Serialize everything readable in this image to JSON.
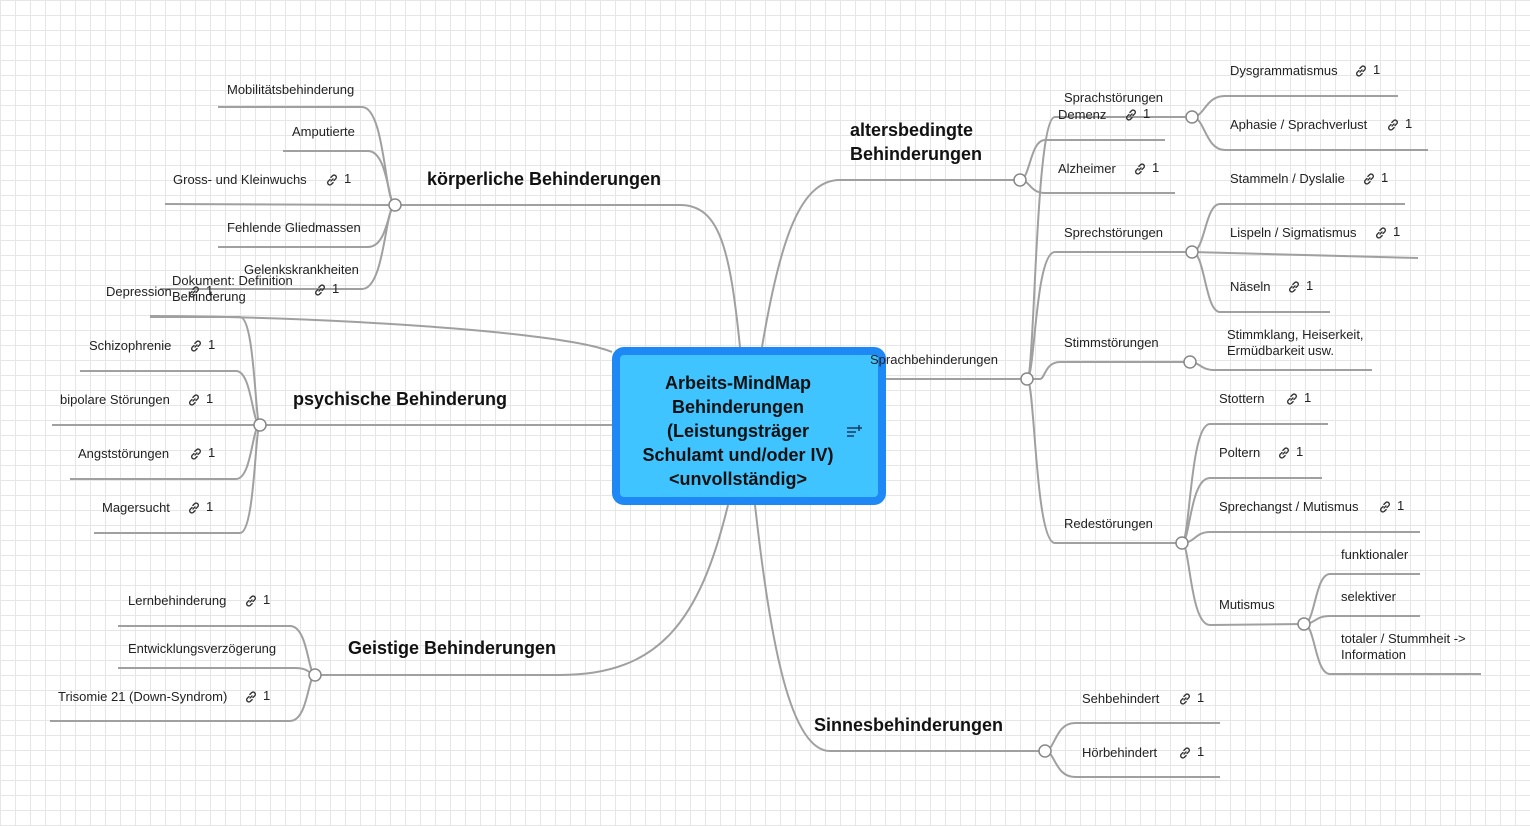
{
  "central": {
    "title": "Arbeits-MindMap\nBehinderungen\n(Leistungsträger\nSchulamt und/oder IV)\n<unvollständig>",
    "note_icon": "notes-icon"
  },
  "branches": {
    "koerperliche": "körperliche Behinderungen",
    "psychische": "psychische Behinderung",
    "geistige": "Geistige Behinderungen",
    "altersbedingte": "altersbedingte Behinderungen",
    "sprach": "Sprachbehinderungen",
    "sinnes": "Sinnesbehinderungen"
  },
  "nodes": {
    "mobilitaet": "Mobilitätsbehinderung",
    "amputierte": "Amputierte",
    "gross_klein": "Gross- und Kleinwuchs",
    "fehlende": "Fehlende Gliedmassen",
    "gelenk": "Gelenkskrankheiten",
    "dokument": "Dokument: Definition Behinderung",
    "depression": "Depression",
    "schizo": "Schizophrenie",
    "bipolar": "bipolare Störungen",
    "angst": "Angststörungen",
    "mager": "Magersucht",
    "lern": "Lernbehinderung",
    "entwicklung": "Entwicklungsverzögerung",
    "trisomie": "Trisomie 21 (Down-Syndrom)",
    "demenz": "Demenz",
    "alzheimer": "Alzheimer",
    "sprachstoer": "Sprachstörungen",
    "dysgramm": "Dysgrammatismus",
    "aphasie": "Aphasie / Sprachverlust",
    "sprechstoer": "Sprechstörungen",
    "stammeln": "Stammeln / Dyslalie",
    "lispeln": "Lispeln / Sigmatismus",
    "naeseln": "Näseln",
    "stimmstoer": "Stimmstörungen",
    "stimmklang": "Stimmklang, Heiserkeit, Ermüdbarkeit usw.",
    "redestoer": "Redestörungen",
    "stottern": "Stottern",
    "poltern": "Poltern",
    "sprechangst": "Sprechangst / Mutismus",
    "mutismus": "Mutismus",
    "funktionaler": "funktionaler",
    "selektiver": "selektiver",
    "totaler": "totaler / Stummheit -> Information",
    "sehbehindert": "Sehbehindert",
    "hoerbehindert": "Hörbehindert"
  },
  "link_count": "1",
  "icons": {
    "link": "link-icon",
    "collapse_node": "collapse-circle"
  },
  "colors": {
    "line": "#a0a0a0",
    "central_fill": "#40c4ff",
    "central_border": "#1e88f5"
  }
}
